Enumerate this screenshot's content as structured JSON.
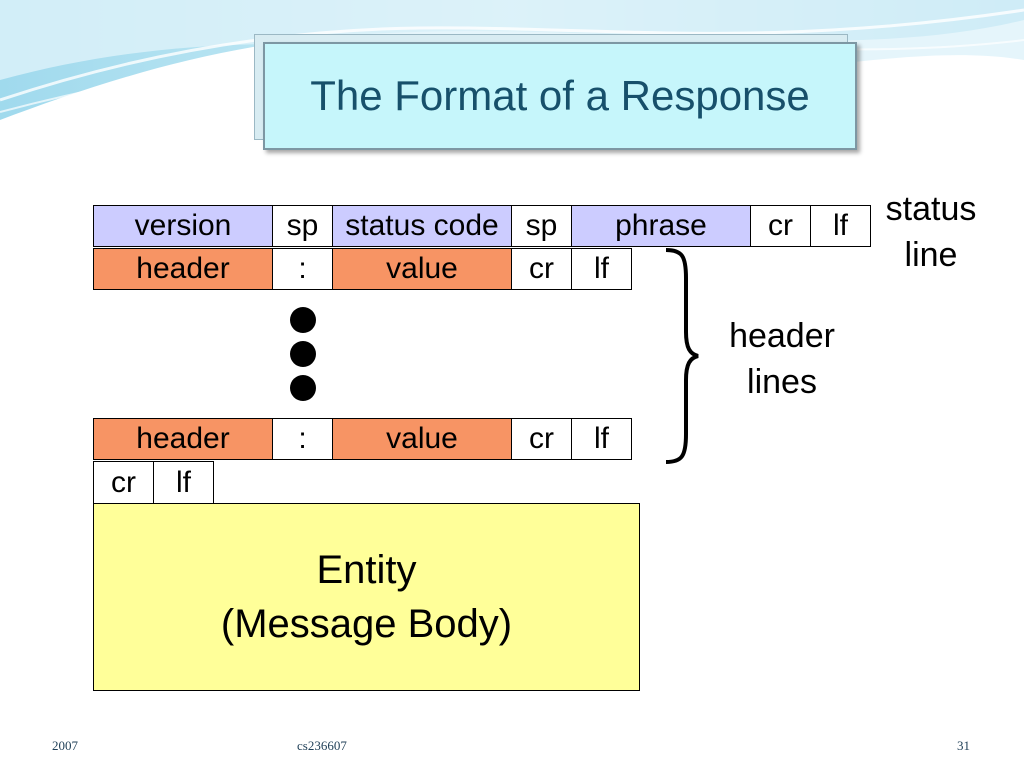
{
  "title": "The Format of a Response",
  "status_row": {
    "version": "version",
    "sp1": "sp",
    "status_code": "status code",
    "sp2": "sp",
    "phrase": "phrase",
    "cr": "cr",
    "lf": "lf"
  },
  "header_row_1": {
    "header": "header",
    "colon": ":",
    "value": "value",
    "cr": "cr",
    "lf": "lf"
  },
  "header_row_2": {
    "header": "header",
    "colon": ":",
    "value": "value",
    "cr": "cr",
    "lf": "lf"
  },
  "end_row": {
    "cr": "cr",
    "lf": "lf"
  },
  "entity": {
    "line1": "Entity",
    "line2": "(Message Body)"
  },
  "labels": {
    "status_line_1": "status",
    "status_line_2": "line",
    "header_lines_1": "header",
    "header_lines_2": "lines"
  },
  "footer": {
    "year": "2007",
    "course": "cs236607",
    "page": "31"
  },
  "colors": {
    "status_fill": "#ccccff",
    "header_fill": "#f79464",
    "entity_fill": "#ffff99",
    "title_fill": "#c6f6fb",
    "title_text": "#17506b"
  }
}
